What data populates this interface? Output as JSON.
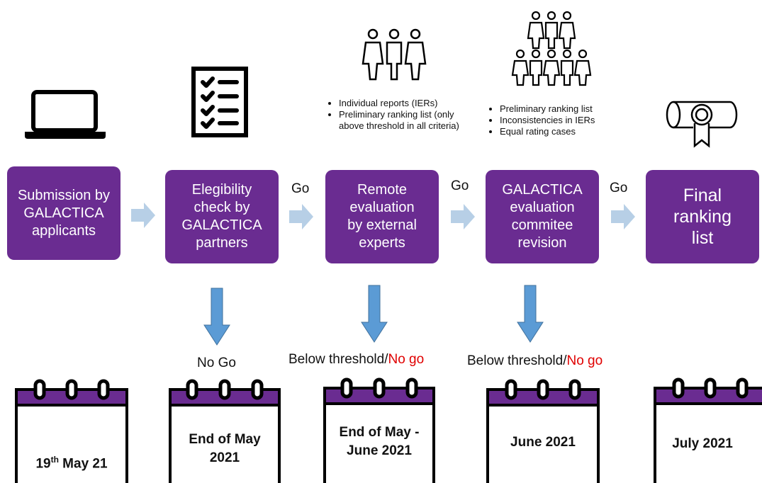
{
  "steps": [
    {
      "label": "Submission by\nGALACTICA\napplicants"
    },
    {
      "label": "Elegibility\ncheck by\nGALACTICA\npartners"
    },
    {
      "label": "Remote\nevaluation\nby external\nexperts"
    },
    {
      "label": "GALACTICA\nevaluation\ncommitee\nrevision"
    },
    {
      "label": "Final\nranking\nlist"
    }
  ],
  "go_labels": [
    "Go",
    "Go",
    "Go"
  ],
  "remote_bullets": [
    "Individual reports (IERs)",
    "Preliminary ranking list (only above threshold in all criteria)"
  ],
  "committee_bullets": [
    "Preliminary ranking list",
    "Inconsistencies in IERs",
    "Equal rating cases"
  ],
  "outcomes": {
    "no_go": "No Go",
    "below_threshold_1": "Below threshold/",
    "no_go_red_1": "No go",
    "below_threshold_2": "Below threshold/",
    "no_go_red_2": "No go"
  },
  "dates": {
    "d1_main": "19",
    "d1_sup": "th",
    "d1_rest": " May 21",
    "d2": "End of May\n2021",
    "d3": "End of May -\nJune 2021",
    "d4": "June 2021",
    "d5": "July 2021"
  },
  "icons": [
    "laptop-icon",
    "checklist-icon",
    "group-of-three-icon",
    "group-of-eight-icon",
    "diploma-icon"
  ],
  "colors": {
    "step_fill": "#6a2c91",
    "arrow_light": "#b7cfe6",
    "arrow_blue": "#5b9bd5",
    "no_go_red": "#e00000"
  }
}
